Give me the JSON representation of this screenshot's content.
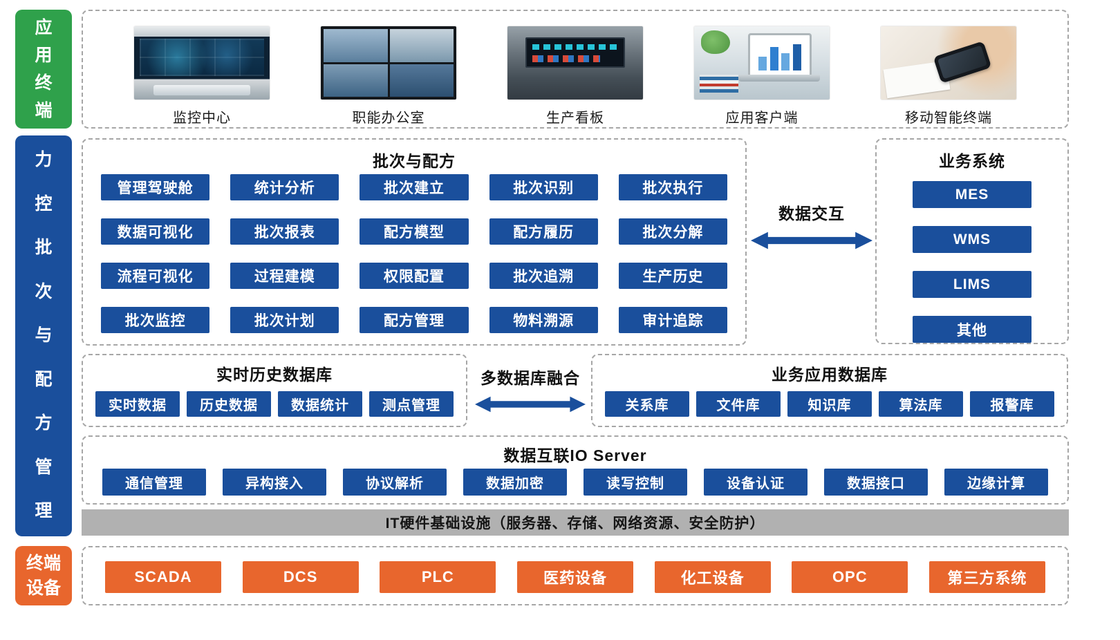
{
  "colors": {
    "blue": "#1A4F9C",
    "green": "#2FA14B",
    "orange": "#E8662D",
    "graybar": "#B1B1B1"
  },
  "side_labels": {
    "application_terminal": "应用终端",
    "main": "力控批次与配方管理",
    "terminal_devices": "终端设备"
  },
  "terminals": [
    {
      "label": "监控中心"
    },
    {
      "label": "职能办公室"
    },
    {
      "label": "生产看板"
    },
    {
      "label": "应用客户端"
    },
    {
      "label": "移动智能终端"
    }
  ],
  "batch_recipe": {
    "title": "批次与配方",
    "buttons": [
      "管理驾驶舱",
      "统计分析",
      "批次建立",
      "批次识别",
      "批次执行",
      "数据可视化",
      "批次报表",
      "配方模型",
      "配方履历",
      "批次分解",
      "流程可视化",
      "过程建模",
      "权限配置",
      "批次追溯",
      "生产历史",
      "批次监控",
      "批次计划",
      "配方管理",
      "物料溯源",
      "审计追踪"
    ]
  },
  "connectors": {
    "data_interaction": "数据交互",
    "multi_db_fusion": "多数据库融合"
  },
  "business_system": {
    "title": "业务系统",
    "items": [
      "MES",
      "WMS",
      "LIMS",
      "其他"
    ]
  },
  "realtime_db": {
    "title": "实时历史数据库",
    "items": [
      "实时数据",
      "历史数据",
      "数据统计",
      "测点管理"
    ]
  },
  "business_db": {
    "title": "业务应用数据库",
    "items": [
      "关系库",
      "文件库",
      "知识库",
      "算法库",
      "报警库"
    ]
  },
  "io_server": {
    "title": "数据互联IO Server",
    "items": [
      "通信管理",
      "异构接入",
      "协议解析",
      "数据加密",
      "读写控制",
      "设备认证",
      "数据接口",
      "边缘计算"
    ]
  },
  "infrastructure": "IT硬件基础设施（服务器、存储、网络资源、安全防护）",
  "devices": [
    "SCADA",
    "DCS",
    "PLC",
    "医药设备",
    "化工设备",
    "OPC",
    "第三方系统"
  ]
}
